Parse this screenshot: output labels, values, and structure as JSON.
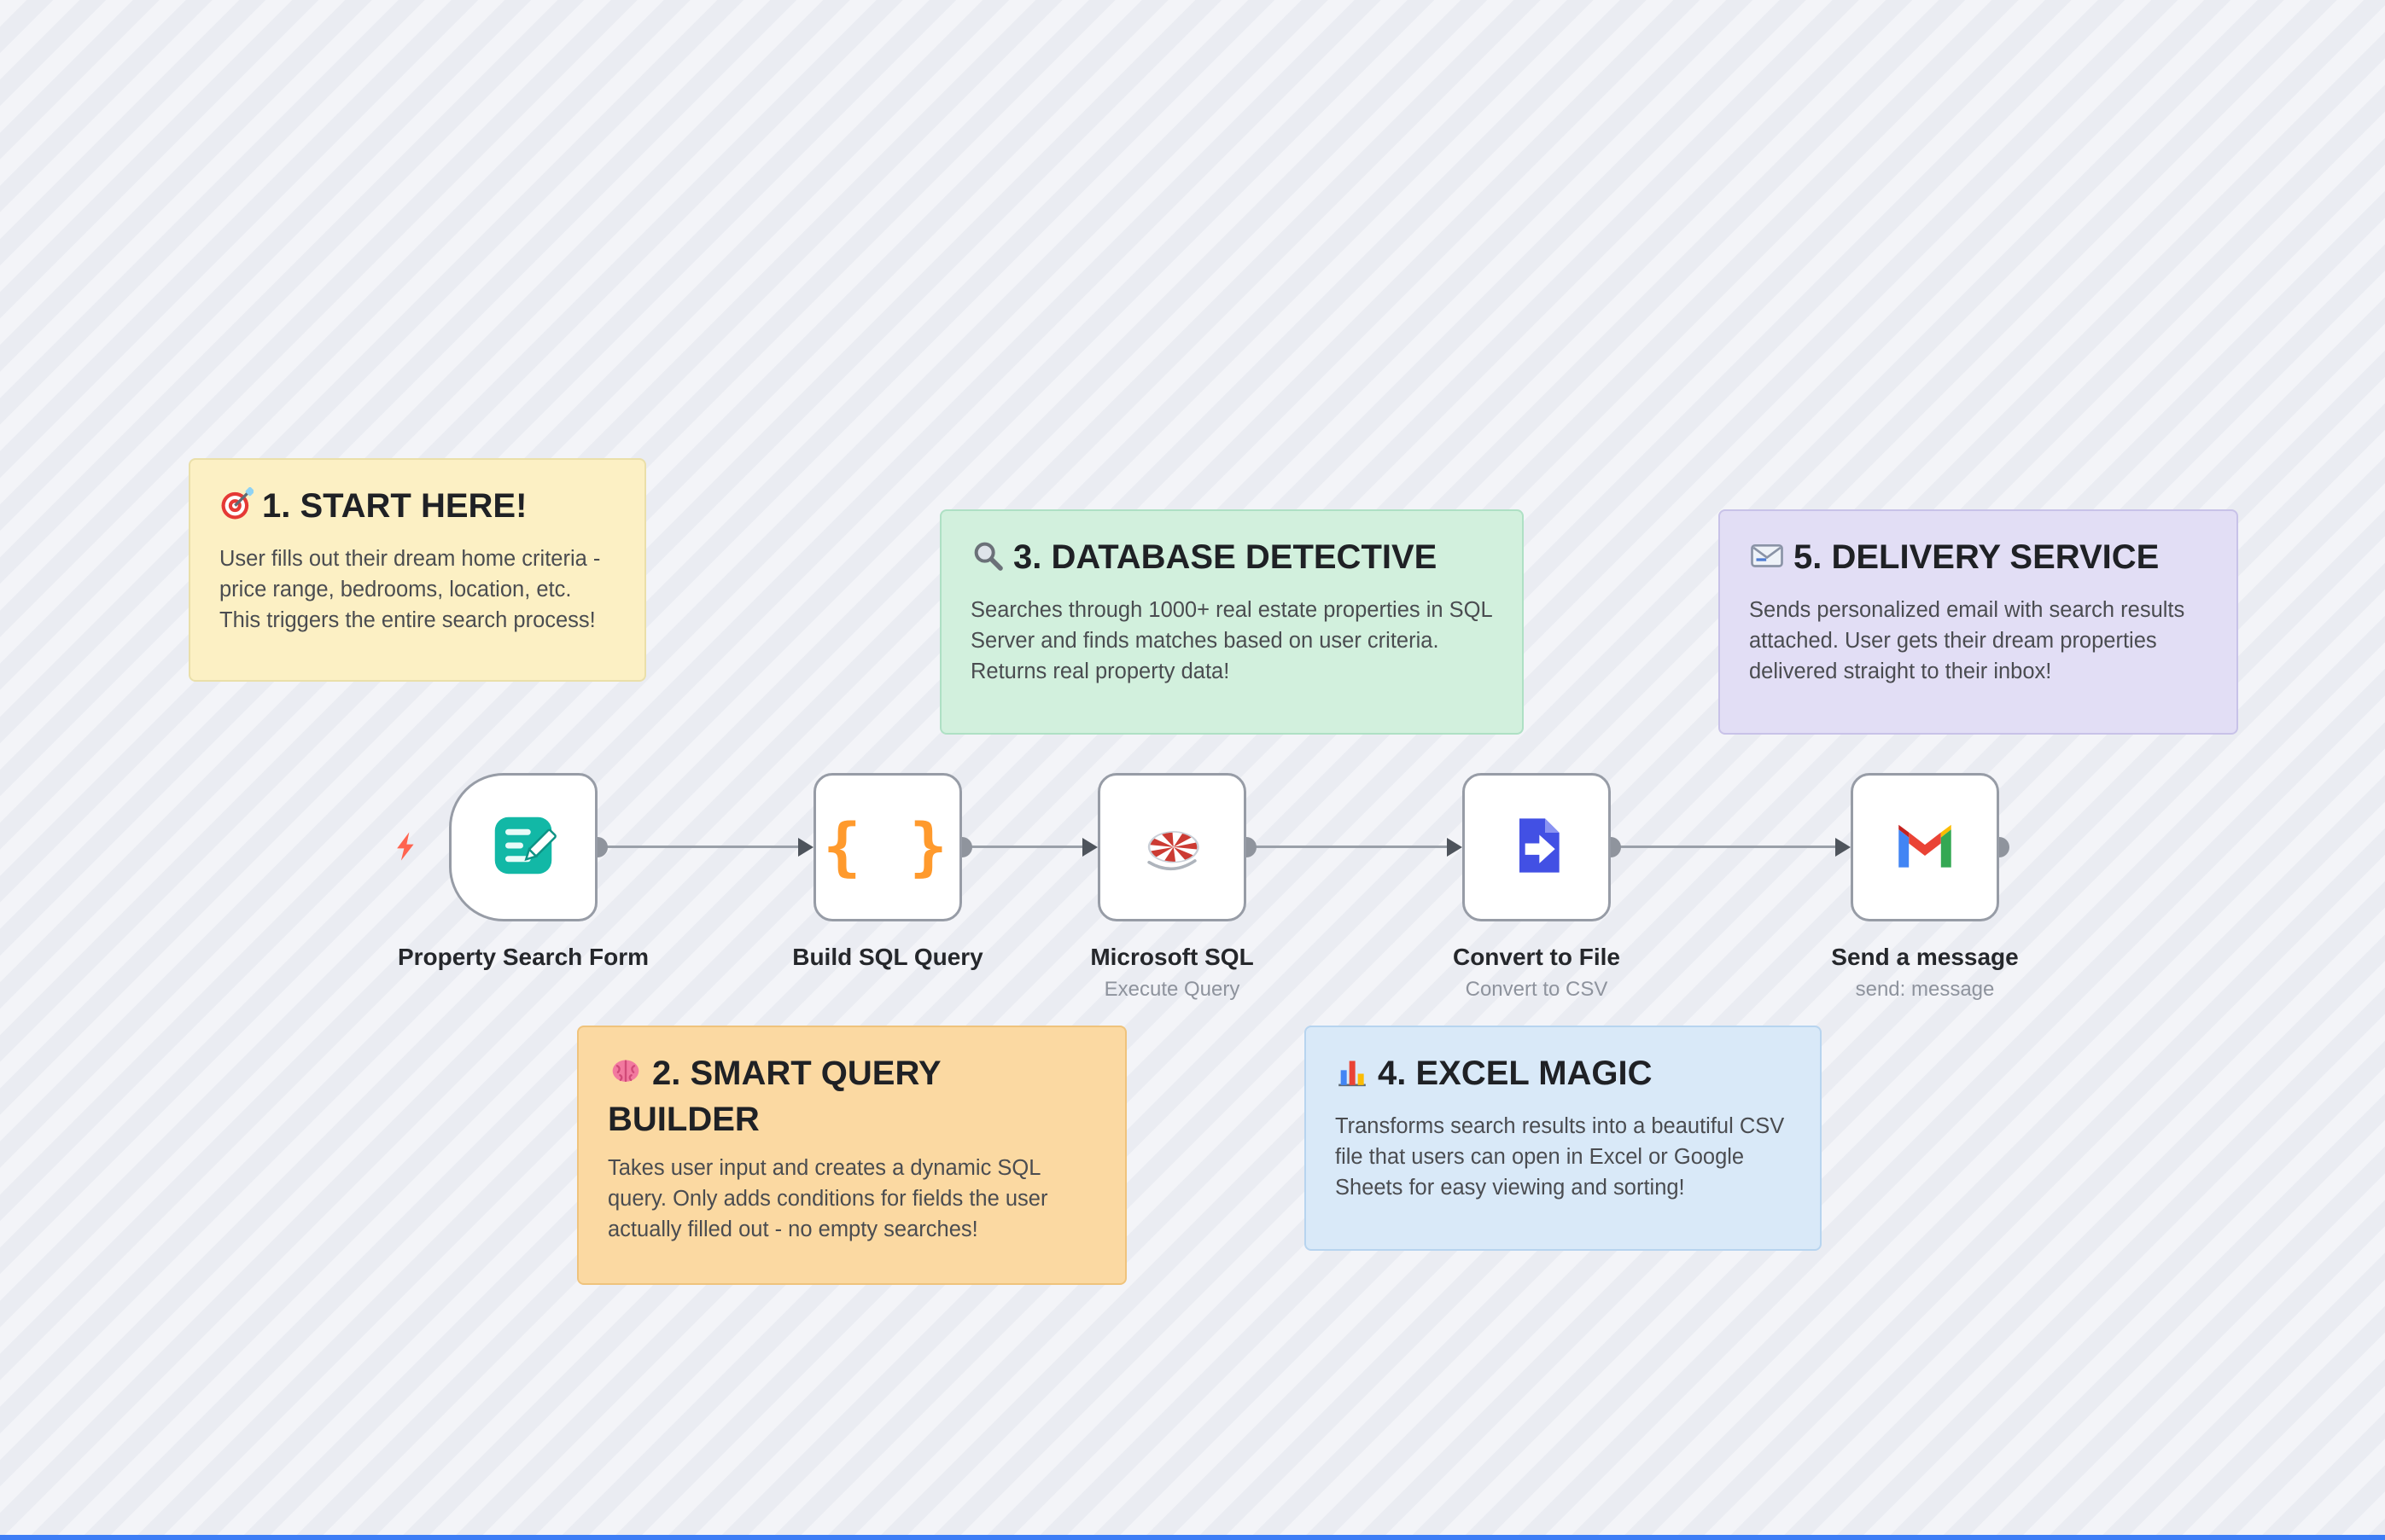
{
  "canvas": {
    "background": "#eaecf2",
    "stripe": "#f3f4f8",
    "bottom_bar_color": "#3d7df5"
  },
  "trigger_indicator": {
    "icon": "lightning-bolt-icon",
    "color": "#ff6450"
  },
  "notes": [
    {
      "emoji": "🎯",
      "title": "1. START HERE!",
      "body": "User fills out their dream home criteria - price range, bedrooms, location, etc. This triggers the entire search process!",
      "bg": "#fcf0c4",
      "border": "#eadfa9"
    },
    {
      "emoji": "🧠",
      "title": "2. SMART QUERY BUILDER",
      "body": "Takes user input and creates a dynamic SQL query. Only adds conditions for fields the user actually filled out - no empty searches!",
      "bg": "#fbd9a2",
      "border": "#efc37c"
    },
    {
      "emoji": "🔍",
      "title": "3. DATABASE DETECTIVE",
      "body": "Searches through 1000+ real estate properties in SQL Server and finds matches based on user criteria. Returns real property data!",
      "bg": "#d2f0dd",
      "border": "#aee0c4"
    },
    {
      "emoji": "📊",
      "title": "4. EXCEL MAGIC",
      "body": "Transforms search results into a beautiful CSV file that users can open in Excel or Google Sheets for easy viewing and sorting!",
      "bg": "#d9e9f8",
      "border": "#b7d4ef"
    },
    {
      "emoji": "📧",
      "title": "5. DELIVERY SERVICE",
      "body": "Sends personalized email with search results attached. User gets their dream properties delivered straight to their inbox!",
      "bg": "#e2def5",
      "border": "#c8c2e8"
    }
  ],
  "nodes": [
    {
      "name": "Property Search Form",
      "subtitle": "",
      "icon": "form-trigger-icon",
      "icon_color": "#12b8a6"
    },
    {
      "name": "Build SQL Query",
      "subtitle": "",
      "icon": "code-braces-icon",
      "glyph": "{ }",
      "icon_color": "#ff9a2d"
    },
    {
      "name": "Microsoft SQL",
      "subtitle": "Execute Query",
      "icon": "sql-server-icon",
      "icon_color": "#cc3b33"
    },
    {
      "name": "Convert to File",
      "subtitle": "Convert to CSV",
      "icon": "file-arrow-icon",
      "icon_color": "#4250e4"
    },
    {
      "name": "Send a message",
      "subtitle": "send: message",
      "icon": "gmail-icon",
      "icon_color": "#ea4335"
    }
  ]
}
